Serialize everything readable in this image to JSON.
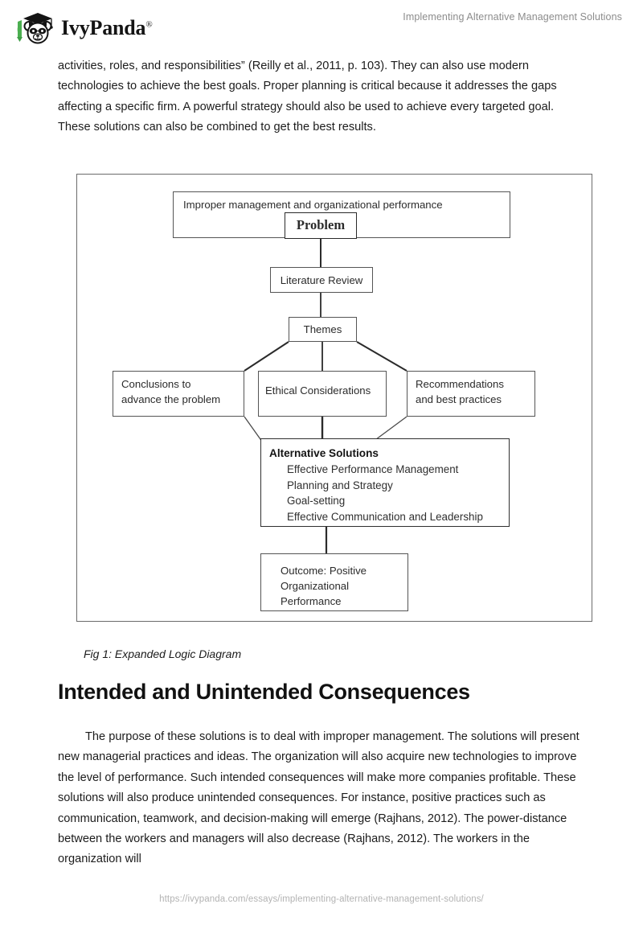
{
  "header": {
    "brand_name": "IvyPanda",
    "brand_registered": "®",
    "logo_icon": "panda-graduation-cap-icon",
    "document_title": "Implementing Alternative Management Solutions"
  },
  "body": {
    "paragraph_top": "activities, roles, and responsibilities” (Reilly et al., 2011, p. 103). They can also use modern technologies to achieve the best goals. Proper planning is critical because it addresses the gaps affecting a specific firm. A powerful strategy should also be used to achieve every targeted goal. These solutions can also be combined to get the best results.",
    "figure_caption": "Fig 1: Expanded Logic Diagram",
    "section_heading": "Intended and Unintended Consequences",
    "paragraph_bottom": "The purpose of these solutions is to deal with improper management. The solutions will present new managerial practices and ideas. The organization will also acquire new technologies to improve the level of performance. Such intended consequences will make more companies profitable. These solutions will also produce unintended consequences. For instance, positive practices such as communication, teamwork, and decision-making will emerge (Rajhans, 2012). The power-distance between the workers and managers will also decrease (Rajhans, 2012). The workers in the organization will"
  },
  "figure": {
    "problem_header": "Improper management and organizational performance",
    "problem": "Problem",
    "literature_review": "Literature Review",
    "themes": "Themes",
    "conclusions_line1": "Conclusions to",
    "conclusions_line2": "advance the problem",
    "ethical": "Ethical Considerations",
    "recommendations_line1": "Recommendations",
    "recommendations_line2": "and best practices",
    "solutions_title": "Alternative Solutions",
    "solutions_items": [
      "Effective Performance Management",
      "Planning and Strategy",
      "Goal-setting",
      "Effective Communication and Leadership"
    ],
    "outcome_line1": "Outcome: Positive",
    "outcome_line2": "Organizational",
    "outcome_line3": "Performance"
  },
  "footer": {
    "url": "https://ivypanda.com/essays/implementing-alternative-management-solutions/"
  },
  "colors": {
    "text": "#1c1c1c",
    "muted": "#8c8c8c",
    "footer": "#b3b3b3",
    "box_border": "#555555",
    "frame_border": "#6b6b6b",
    "leaf_green": "#4caf50"
  }
}
